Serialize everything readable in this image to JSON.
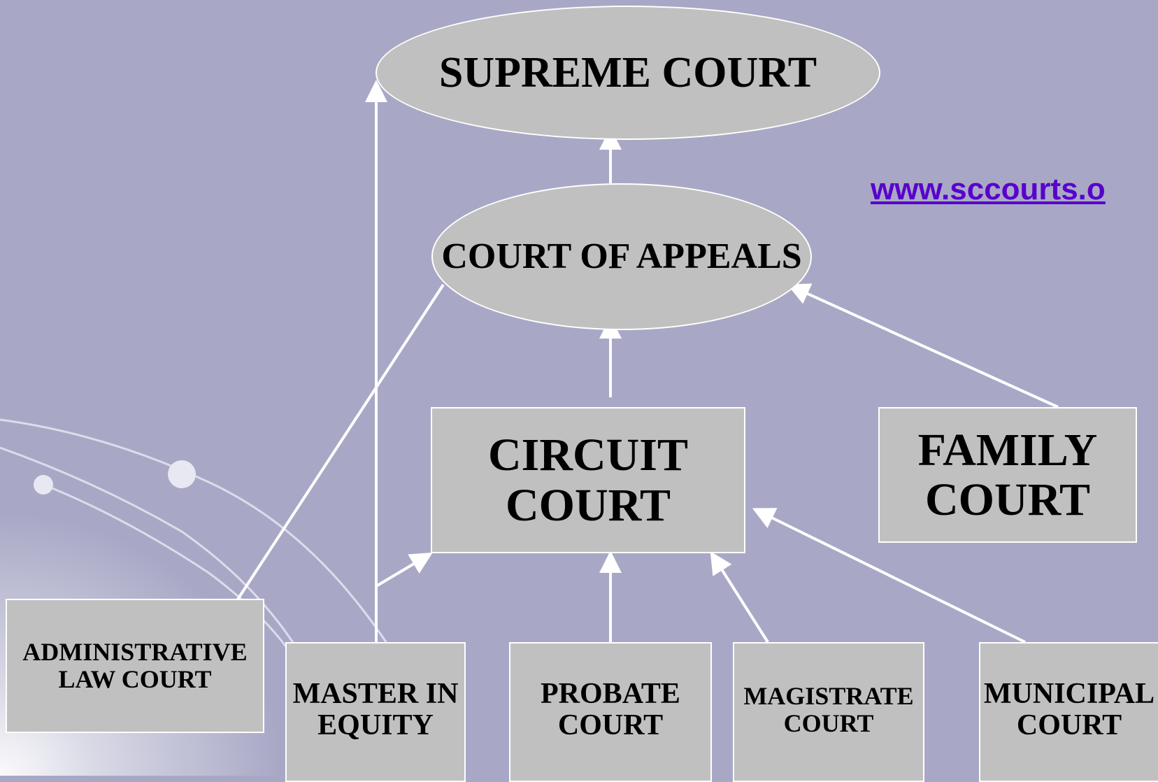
{
  "nodes": {
    "supreme": "SUPREME COURT",
    "appeals": "COURT OF APPEALS",
    "circuit_line1": "CIRCUIT",
    "circuit_line2": "COURT",
    "family_line1": "FAMILY",
    "family_line2": "COURT",
    "admin_line1": "ADMINISTRATIVE",
    "admin_line2": "LAW COURT",
    "master_line1": "MASTER IN",
    "master_line2": "EQUITY",
    "probate_line1": "PROBATE",
    "probate_line2": "COURT",
    "magistrate_line1": "MAGISTRATE",
    "magistrate_line2": "COURT",
    "municipal_line1": "MUNICIPAL",
    "municipal_line2": "COURT"
  },
  "link_text": "www.sccourts.o",
  "colors": {
    "background": "#a8a8c6",
    "node_fill": "#c0c0c0",
    "connector": "#ffffff",
    "link": "#5a00cc"
  }
}
